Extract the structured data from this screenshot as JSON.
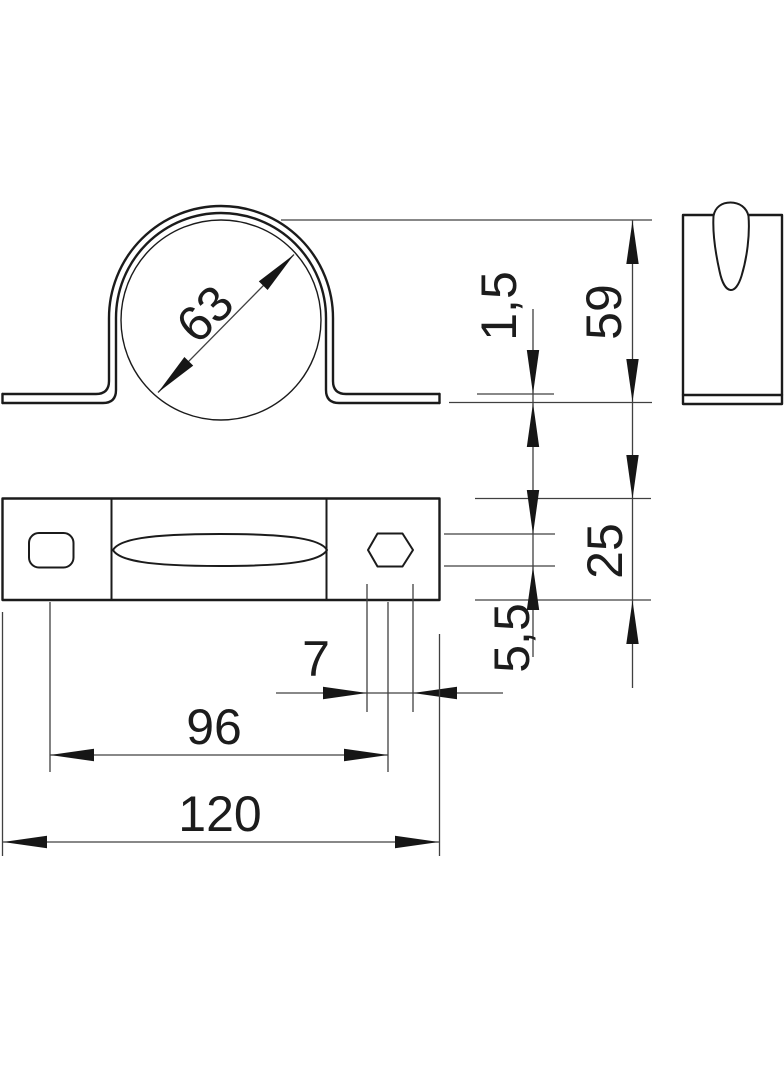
{
  "drawing": {
    "background_color": "#ffffff",
    "line_color": "#1b1b1b",
    "dimension_line_color": "#404040",
    "arrow_color": "#161616",
    "text_color": "#1c1c1c",
    "dimensions": {
      "pipe_diameter": "63",
      "strap_thickness": "1,5",
      "overall_height": "59",
      "plate_width": "25",
      "hole_height": "5,5",
      "hole_width": "7",
      "hole_center_spacing": "96",
      "overall_length": "120"
    }
  }
}
